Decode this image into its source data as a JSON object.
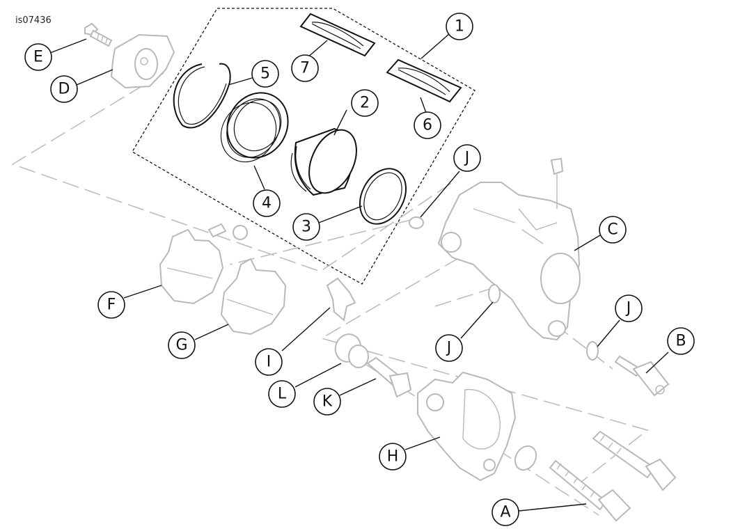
{
  "figure_id": "is07436",
  "callouts": {
    "c1": "1",
    "c2": "2",
    "c3": "3",
    "c4": "4",
    "c5": "5",
    "c6": "6",
    "c7": "7",
    "cA": "A",
    "cB": "B",
    "cC": "C",
    "cD": "D",
    "cE": "E",
    "cF": "F",
    "cG": "G",
    "cH": "H",
    "cI": "I",
    "cJ1": "J",
    "cJ2": "J",
    "cJ3": "J",
    "cK": "K",
    "cL": "L"
  }
}
